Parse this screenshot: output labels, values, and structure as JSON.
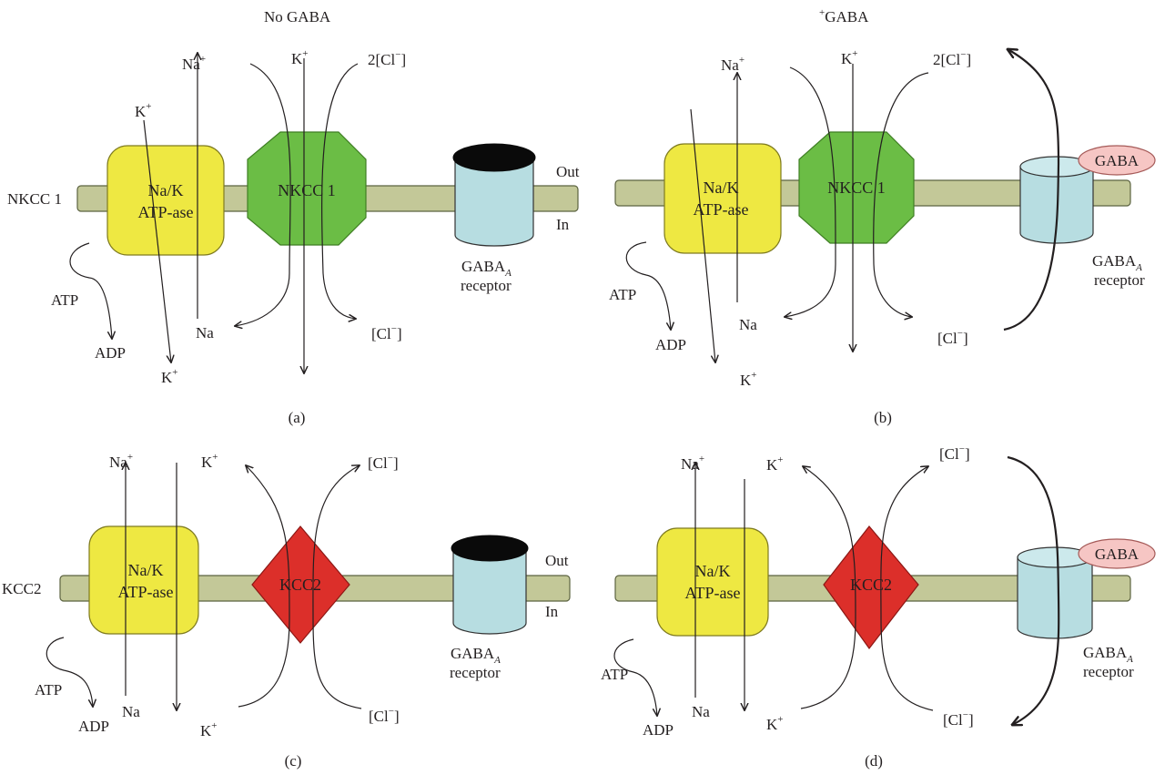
{
  "panels": {
    "a": {
      "title": "No GABA",
      "caption": "(a)",
      "membrane_label": "NKCC 1",
      "pump_line1": "Na/K",
      "pump_line2": "ATP-ase",
      "cotransporter": "NKCC 1",
      "out": "Out",
      "in": "In",
      "receptor_line2": "receptor",
      "atp": "ATP",
      "adp": "ADP",
      "na": "Na",
      "cl_in": "[Cl",
      "cl_out": "2[Cl"
    },
    "b": {
      "title": "GABA",
      "caption": "(b)",
      "pump_line1": "Na/K",
      "pump_line2": "ATP-ase",
      "cotransporter": "NKCC 1",
      "ligand": "GABA",
      "receptor_line2": "receptor",
      "atp": "ATP",
      "adp": "ADP",
      "na": "Na",
      "cl_in": "[Cl",
      "cl_out": "2[Cl"
    },
    "c": {
      "caption": "(c)",
      "membrane_label": "KCC2",
      "pump_line1": "Na/K",
      "pump_line2": "ATP-ase",
      "cotransporter": "KCC2",
      "out": "Out",
      "in": "In",
      "receptor_line2": "receptor",
      "atp": "ATP",
      "adp": "ADP",
      "na": "Na",
      "cl_in": "[Cl",
      "cl_out": "[Cl"
    },
    "d": {
      "caption": "(d)",
      "pump_line1": "Na/K",
      "pump_line2": "ATP-ase",
      "cotransporter": "KCC2",
      "ligand": "GABA",
      "receptor_line2": "receptor",
      "atp": "ATP",
      "adp": "ADP",
      "na": "Na",
      "cl_in": "[Cl",
      "cl_out": "[Cl"
    }
  },
  "common": {
    "na_ion": "Na",
    "k_ion": "K",
    "plus": "+",
    "minus": "−",
    "close_bracket": "]",
    "gaba_base": "GABA",
    "gaba_sub": "A"
  },
  "colors": {
    "membrane": "#c3c898",
    "pump": "#eee842",
    "nkcc1": "#6bbd45",
    "kcc2": "#dc2f2a",
    "receptor": "#b7dde1",
    "ligand": "#f6c6c4"
  }
}
